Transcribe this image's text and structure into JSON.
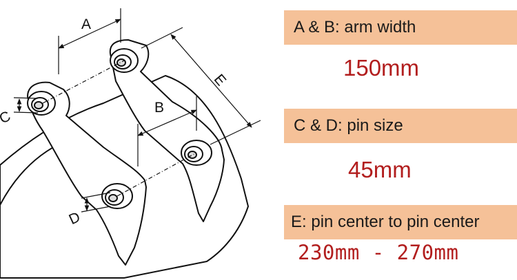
{
  "diagram": {
    "labels": {
      "a": "A",
      "b": "B",
      "c": "C",
      "d": "D",
      "e": "E"
    }
  },
  "specs": [
    {
      "heading": "A & B: arm width",
      "value": "150mm"
    },
    {
      "heading": "C & D: pin size",
      "value": "45mm"
    },
    {
      "heading": "E: pin center to pin center",
      "value": "230mm - 270mm"
    }
  ],
  "colors": {
    "header_bg": "#f5c198",
    "value_text": "#b21e1e",
    "line": "#111111"
  }
}
